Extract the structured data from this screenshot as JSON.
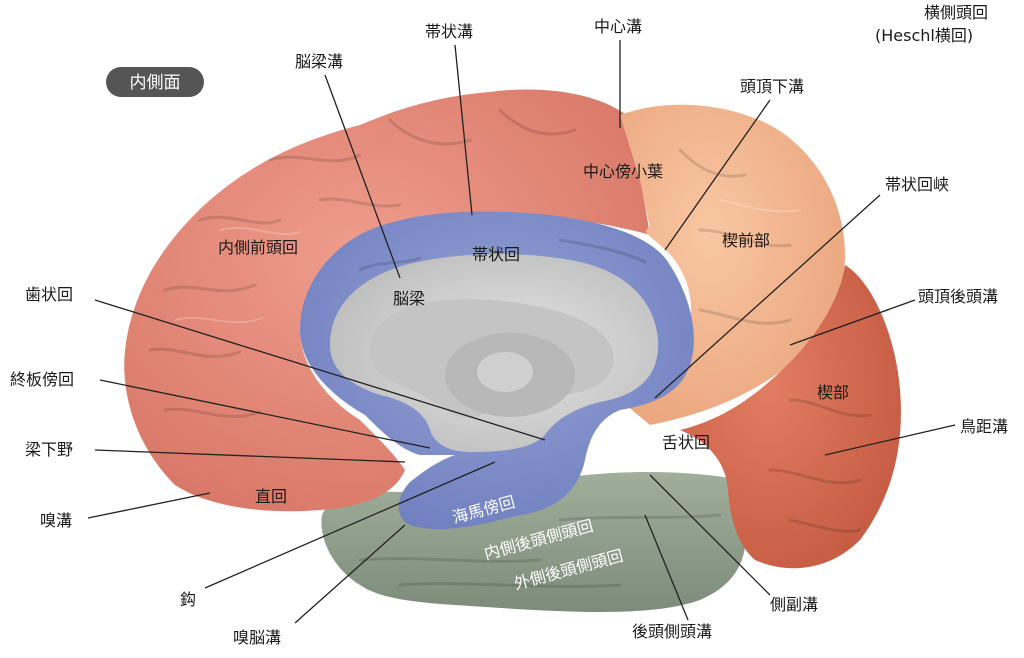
{
  "title_badge": "内側面",
  "labels": {
    "obitosahe": "横側頭回",
    "heschl": "(Heschl横回)",
    "central_sulcus": "中心溝",
    "cingulate_sulcus": "帯状溝",
    "callosal_sulcus": "脳梁溝",
    "subparietal_sulcus": "頭頂下溝",
    "isthmus": "帯状回峡",
    "parieto_occipital_sulcus": "頭頂後頭溝",
    "calcarine_sulcus": "鳥距溝",
    "dentate_gyrus": "歯状回",
    "paraterminal_gyrus": "終板傍回",
    "subcallosal_area": "梁下野",
    "olfactory_sulcus": "嗅溝",
    "uncus": "鈎",
    "rhinal_sulcus": "嗅脳溝",
    "occipitotemporal_sulcus": "後頭側頭溝",
    "collateral_sulcus": "側副溝"
  },
  "regions": {
    "paracentral_lobule": "中心傍小葉",
    "medial_frontal_gyrus": "内側前頭回",
    "cingulate_gyrus": "帯状回",
    "corpus_callosum": "脳梁",
    "precuneus": "楔前部",
    "cuneus": "楔部",
    "lingual_gyrus": "舌状回",
    "gyrus_rectus": "直回",
    "parahippocampal_gyrus": "海馬傍回",
    "medial_occipitotemporal_gyrus": "内側後頭側頭回",
    "lateral_occipitotemporal_gyrus": "外側後頭側頭回"
  },
  "colors": {
    "frontal": "#e58a7a",
    "parietal": "#f3b58f",
    "occipital": "#d9694f",
    "temporal": "#8c9c8a",
    "limbic": "#7f8fc9",
    "callosum": "#d6d6d6",
    "badge": "#555555"
  }
}
